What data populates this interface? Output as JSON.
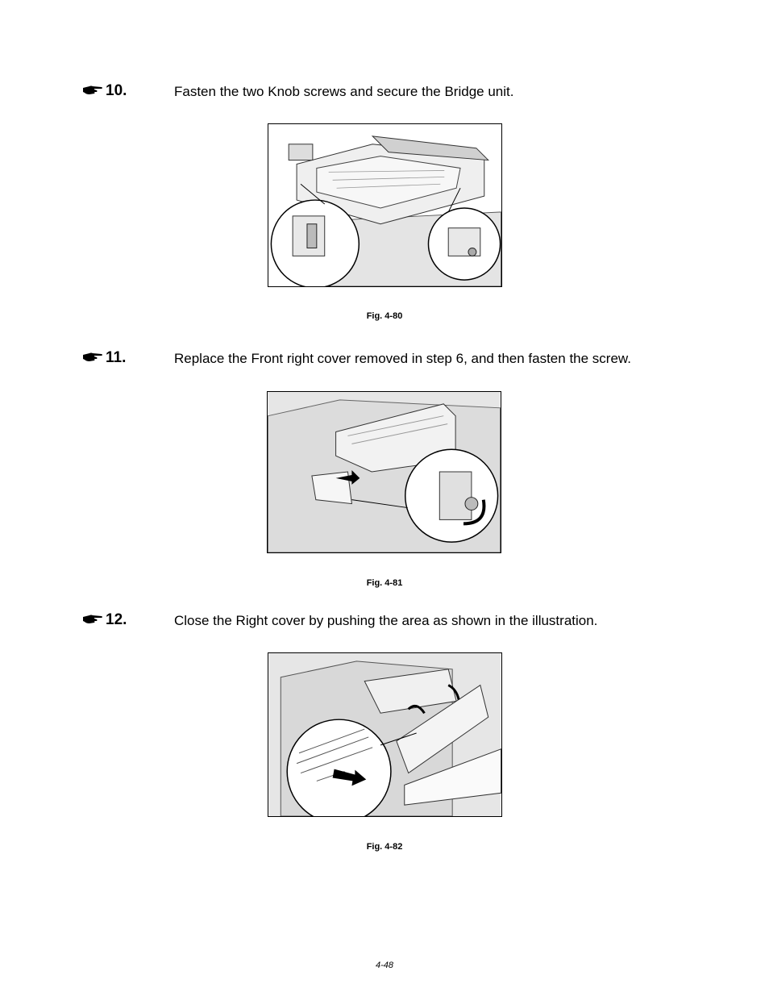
{
  "steps": [
    {
      "number": "10.",
      "text": "Fasten the two Knob screws and secure the Bridge unit.",
      "icon": "pointing-hand-icon"
    },
    {
      "number": "11.",
      "text": "Replace the Front right cover removed in step 6, and then fasten the screw.",
      "icon": "pointing-hand-icon"
    },
    {
      "number": "12.",
      "text": "Close the Right cover by pushing the area as shown in the illustration.",
      "icon": "pointing-hand-icon"
    }
  ],
  "figures": [
    {
      "caption": "Fig. 4-80"
    },
    {
      "caption": "Fig. 4-81"
    },
    {
      "caption": "Fig. 4-82"
    }
  ],
  "footer": {
    "page_number": "4-48"
  }
}
